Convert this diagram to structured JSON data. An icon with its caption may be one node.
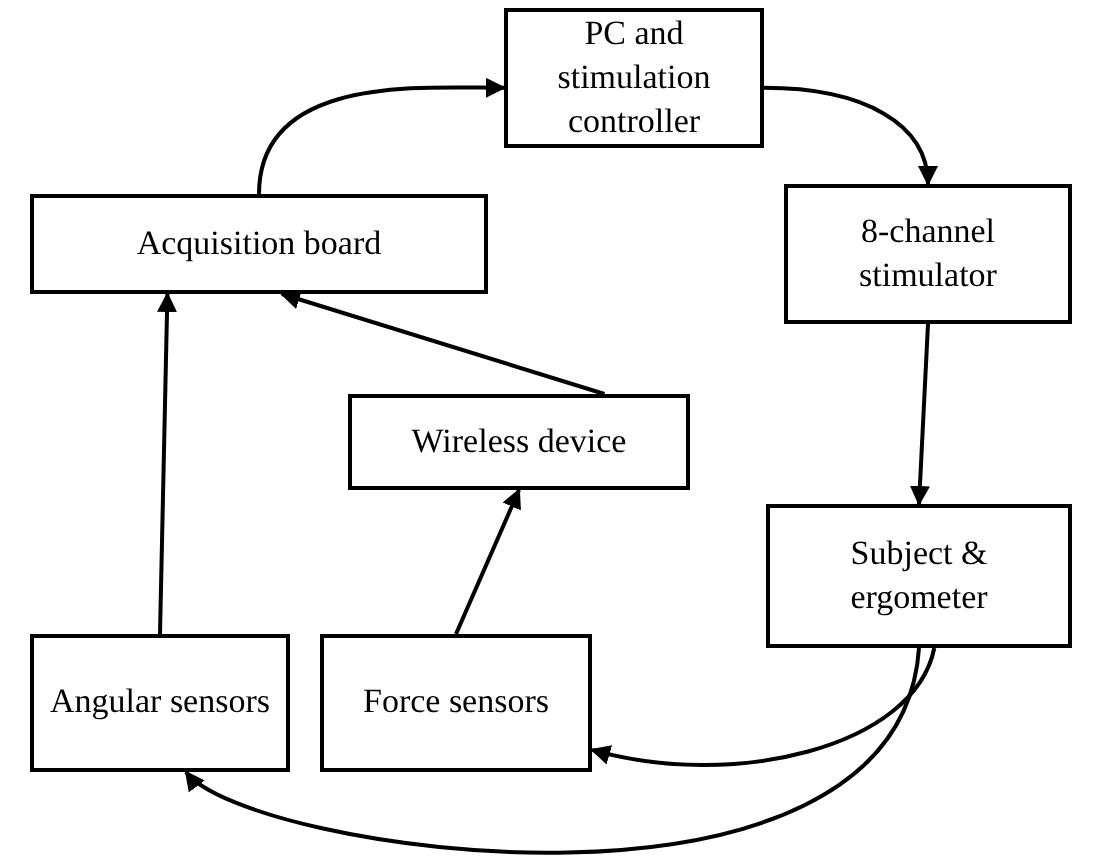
{
  "diagram": {
    "nodes": [
      {
        "text": [
          "PC and stimulation controller"
        ]
      },
      {
        "text": [
          "Acquisition board"
        ]
      },
      {
        "text": [
          "8-channel stimulator"
        ]
      },
      {
        "text": [
          "Wireless device"
        ]
      },
      {
        "text": [
          "Subject & ergometer"
        ]
      },
      {
        "text": [
          "Angular sensors"
        ]
      },
      {
        "text": [
          "Force sensors"
        ]
      }
    ],
    "edges": [
      {
        "from": 1,
        "to": 0,
        "arrow": "to"
      },
      {
        "from": 0,
        "to": 2,
        "arrow": "to"
      },
      {
        "from": 2,
        "to": 4,
        "arrow": "to"
      },
      {
        "from": 4,
        "to": 6,
        "arrow": "to"
      },
      {
        "from": 4,
        "to": 5,
        "arrow": "to"
      },
      {
        "from": 5,
        "to": 1,
        "arrow": "to"
      },
      {
        "from": 6,
        "to": 3,
        "arrow": "to"
      },
      {
        "from": 3,
        "to": 1,
        "arrow": "to"
      }
    ]
  }
}
